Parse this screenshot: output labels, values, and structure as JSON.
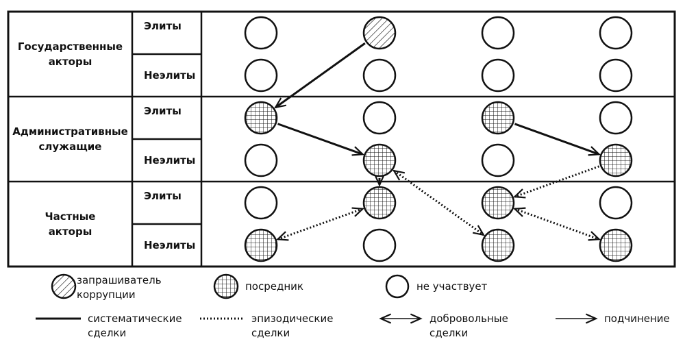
{
  "groups": [
    {
      "id": "state",
      "label_lines": [
        "Государственные",
        "акторы"
      ],
      "sub": [
        "Элиты",
        "Неэлиты"
      ]
    },
    {
      "id": "admin",
      "label_lines": [
        "Административные",
        "служащие"
      ],
      "sub": [
        "Элиты",
        "Неэлиты"
      ]
    },
    {
      "id": "private",
      "label_lines": [
        "Частные",
        "акторы"
      ],
      "sub": [
        "Элиты",
        "Неэлиты"
      ]
    }
  ],
  "columns": 4,
  "nodes": [
    [
      "none",
      "requester",
      "none",
      "none"
    ],
    [
      "none",
      "none",
      "none",
      "none"
    ],
    [
      "intermediary",
      "none",
      "intermediary",
      "none"
    ],
    [
      "none",
      "intermediary",
      "none",
      "intermediary"
    ],
    [
      "none",
      "intermediary",
      "intermediary",
      "none"
    ],
    [
      "intermediary",
      "none",
      "intermediary",
      "intermediary"
    ]
  ],
  "edges": [
    {
      "from": [
        0,
        1
      ],
      "to": [
        2,
        0
      ],
      "style": "systematic",
      "direction": "subordination"
    },
    {
      "from": [
        2,
        0
      ],
      "to": [
        3,
        1
      ],
      "style": "systematic",
      "direction": "subordination"
    },
    {
      "from": [
        2,
        2
      ],
      "to": [
        3,
        3
      ],
      "style": "systematic",
      "direction": "subordination"
    },
    {
      "from": [
        3,
        1
      ],
      "to": [
        4,
        1
      ],
      "style": "systematic",
      "direction": "subordination"
    },
    {
      "from": [
        4,
        1
      ],
      "to": [
        5,
        0
      ],
      "style": "episodic",
      "direction": "voluntary"
    },
    {
      "from": [
        3,
        1
      ],
      "to": [
        5,
        2
      ],
      "style": "episodic",
      "direction": "voluntary"
    },
    {
      "from": [
        3,
        3
      ],
      "to": [
        4,
        2
      ],
      "style": "episodic",
      "direction": "subordination"
    },
    {
      "from": [
        4,
        2
      ],
      "to": [
        5,
        3
      ],
      "style": "episodic",
      "direction": "voluntary"
    }
  ],
  "legend": {
    "requester": "запрашиватель|коррупции",
    "intermediary": "посредник",
    "none": "не участвует",
    "systematic": "систематические|сделки",
    "episodic": "эпизодические|сделки",
    "voluntary": "добровольные|сделки",
    "subordination": "подчинение"
  }
}
